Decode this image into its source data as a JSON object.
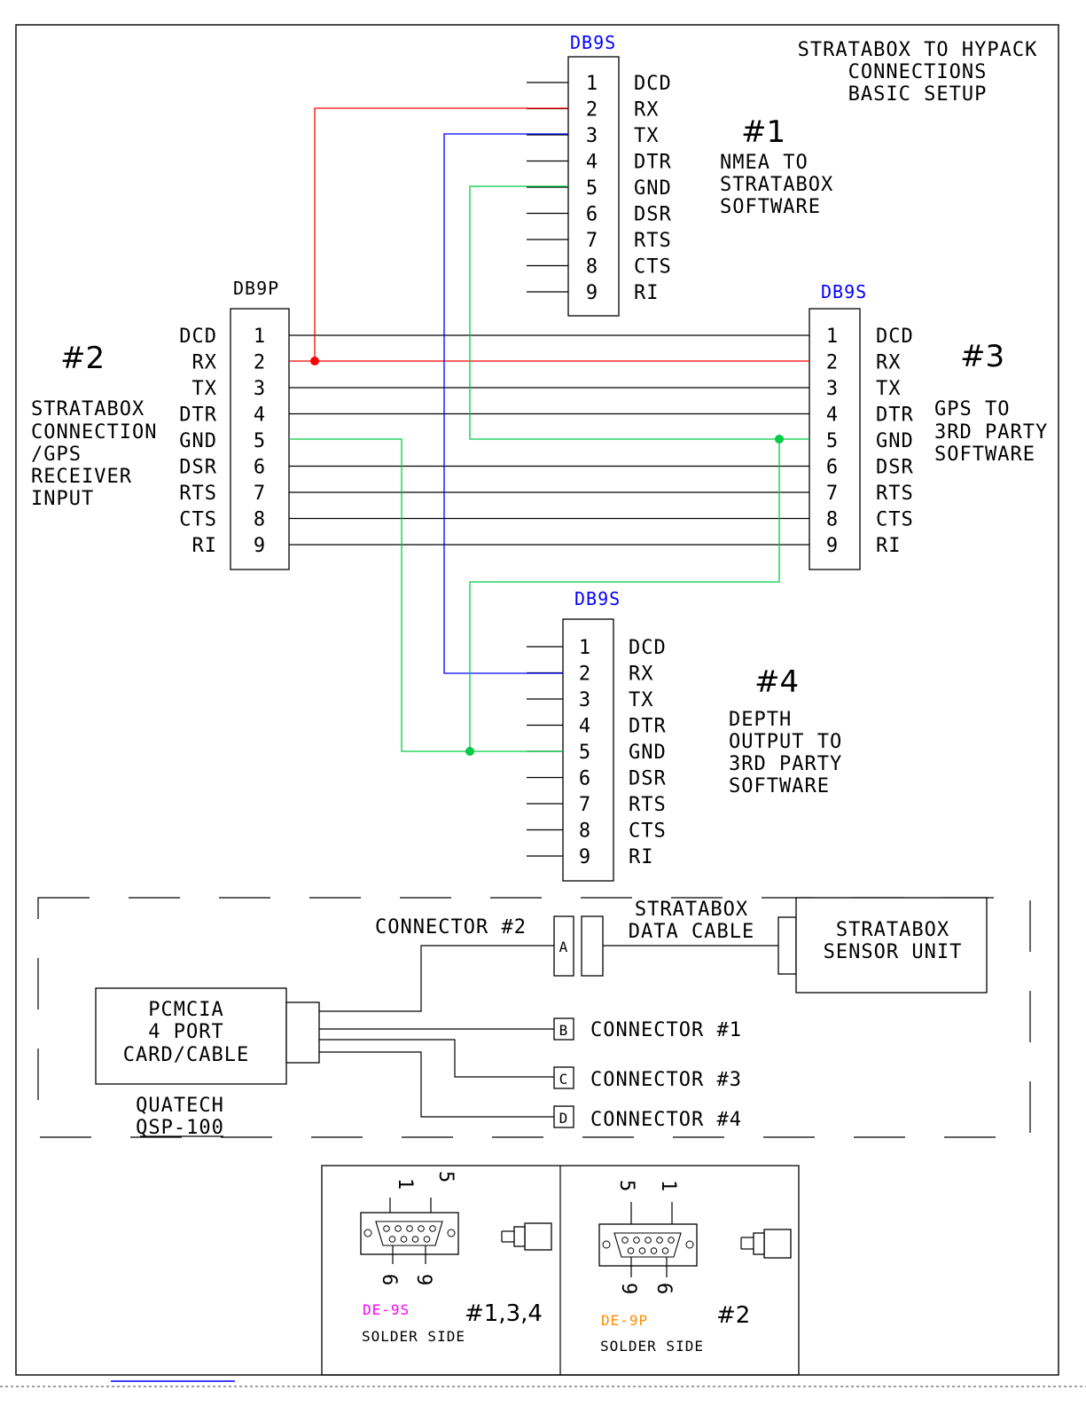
{
  "title": {
    "line1": "STRATABOX TO HYPACK",
    "line2": "CONNECTIONS",
    "line3": "BASIC SETUP"
  },
  "connector1": {
    "label": "DB9S",
    "number": "#1",
    "desc": [
      "NMEA TO",
      "STRATABOX",
      "SOFTWARE"
    ]
  },
  "connector2": {
    "label": "DB9P",
    "number": "#2",
    "desc": [
      "STRATABOX",
      "CONNECTION",
      "/GPS",
      "RECEIVER",
      "INPUT"
    ]
  },
  "connector3": {
    "label": "DB9S",
    "number": "#3",
    "desc": [
      "GPS TO",
      "3RD PARTY",
      "SOFTWARE"
    ]
  },
  "connector4": {
    "label": "DB9S",
    "number": "#4",
    "desc": [
      "DEPTH",
      "OUTPUT TO",
      "3RD PARTY",
      "SOFTWARE"
    ]
  },
  "pins": {
    "numbers": [
      "1",
      "2",
      "3",
      "4",
      "5",
      "6",
      "7",
      "8",
      "9"
    ],
    "names": [
      "DCD",
      "RX",
      "TX",
      "DTR",
      "GND",
      "DSR",
      "RTS",
      "CTS",
      "RI"
    ]
  },
  "wire_colors": {
    "rx": "#ff0000",
    "tx": "#0000ff",
    "gnd": "#00cc44",
    "signal": "#000000"
  },
  "hardware": {
    "pcmcia": [
      "PCMCIA",
      "4 PORT",
      "CARD/CABLE"
    ],
    "quatech": [
      "QUATECH",
      "QSP-100"
    ],
    "sensor": [
      "STRATABOX",
      "SENSOR UNIT"
    ],
    "data_cable": [
      "STRATABOX",
      "DATA CABLE"
    ],
    "conn_a_letter": "A",
    "conn_a_label": "CONNECTOR #2",
    "conn_b_letter": "B",
    "conn_b_label": "CONNECTOR #1",
    "conn_c_letter": "C",
    "conn_c_label": "CONNECTOR #3",
    "conn_d_letter": "D",
    "conn_d_label": "CONNECTOR #4"
  },
  "pinouts": {
    "left": {
      "type": "DE-9S",
      "side": "SOLDER SIDE",
      "ids": "#1,3,4",
      "pin_a": "1",
      "pin_b": "5",
      "pin_c": "6",
      "pin_d": "9"
    },
    "right": {
      "type": "DE-9P",
      "side": "SOLDER SIDE",
      "ids": "#2",
      "pin_a": "5",
      "pin_b": "1",
      "pin_c": "9",
      "pin_d": "6"
    }
  }
}
